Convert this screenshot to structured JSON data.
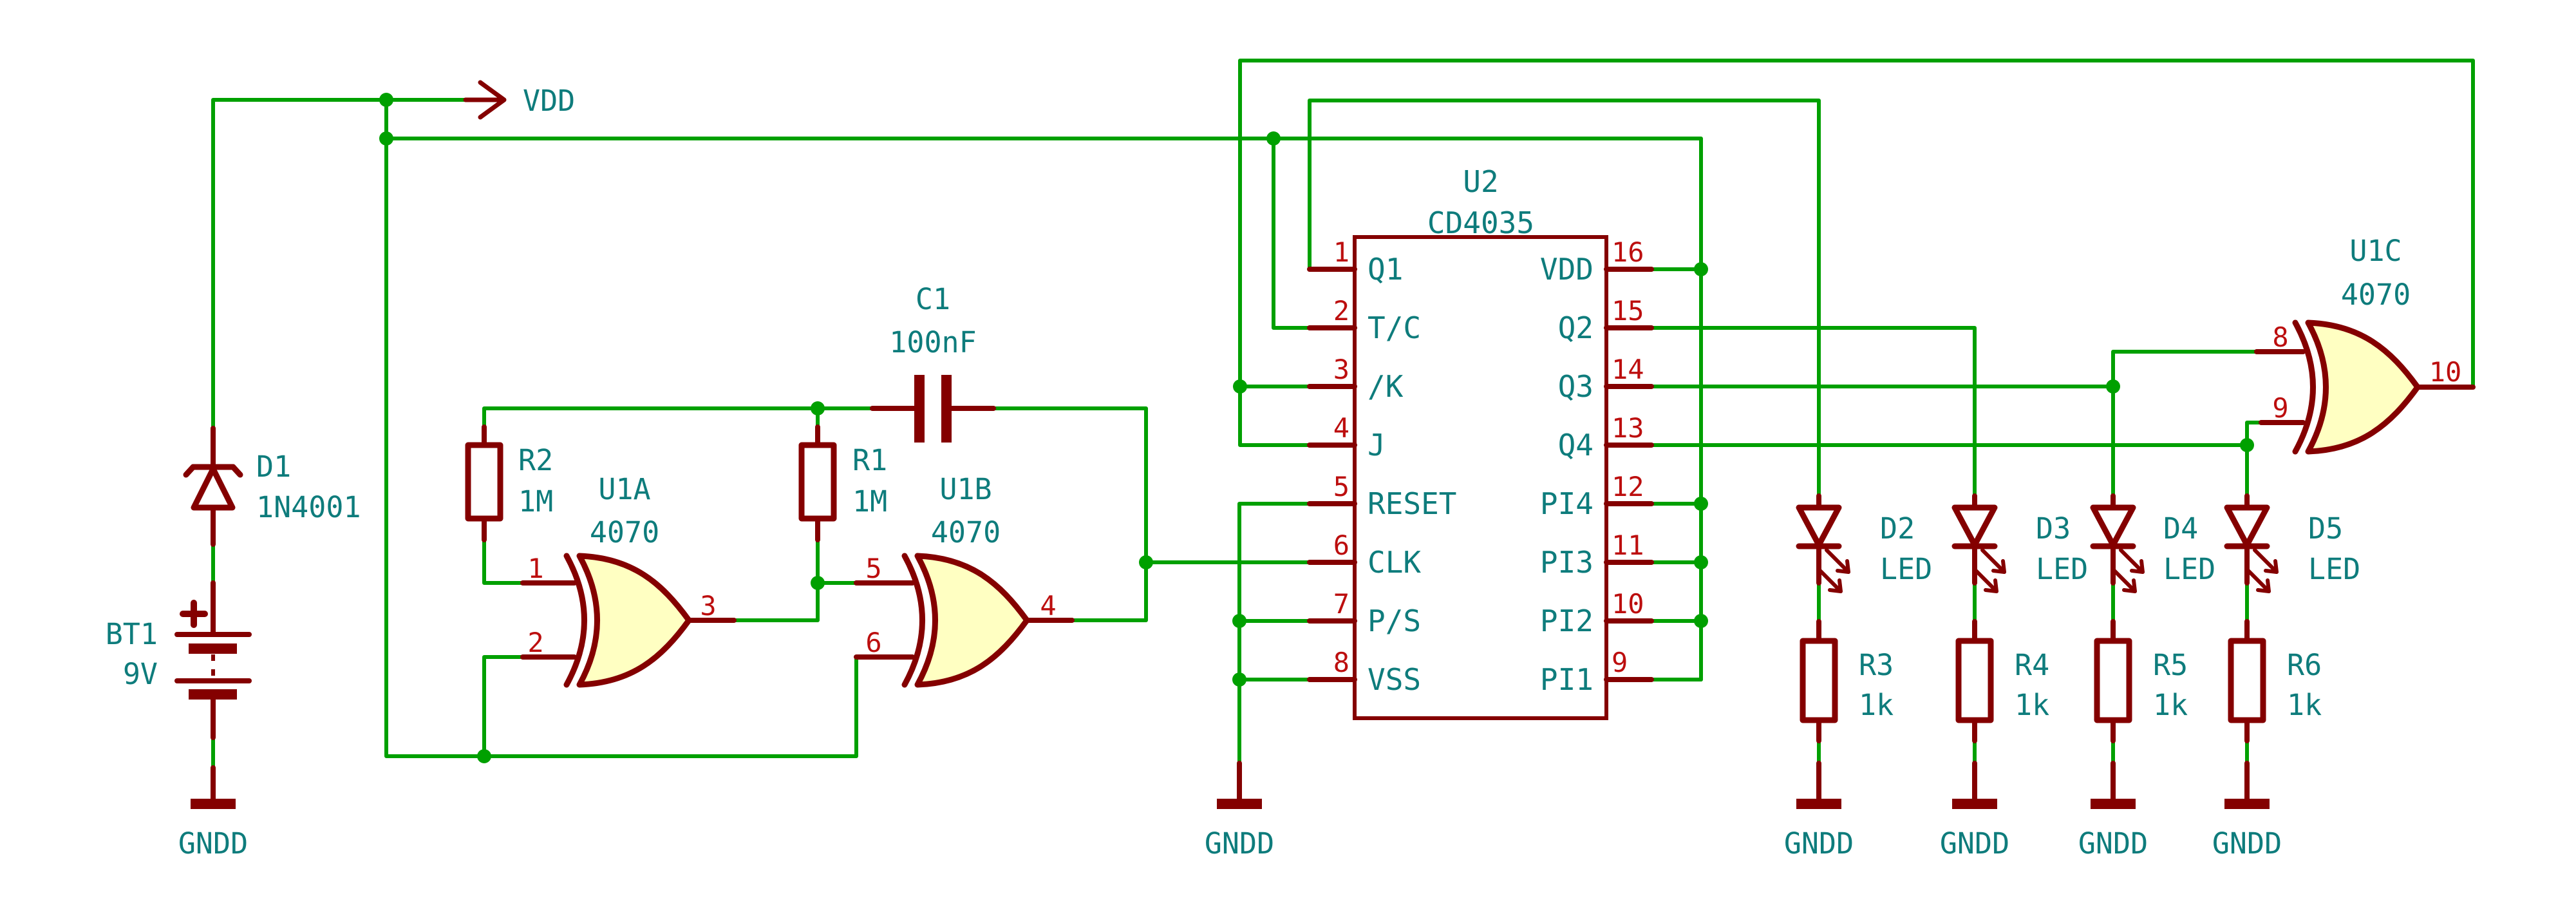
{
  "schematic": {
    "colors": {
      "wire": "#00A000",
      "symbol_outline": "#840000",
      "pin_number": "#BC0E0E",
      "label_text": "#0E7C7C",
      "gate_fill": "#FFFFC2",
      "background": "#FFFFFF"
    },
    "power": {
      "vdd": "VDD",
      "gnd": "GNDD"
    },
    "battery": {
      "ref": "BT1",
      "value": "9V",
      "polarity": "+"
    },
    "diode": {
      "ref": "D1",
      "value": "1N4001"
    },
    "capacitor": {
      "ref": "C1",
      "value": "100nF"
    },
    "resistors": {
      "r1": {
        "ref": "R1",
        "value": "1M"
      },
      "r2": {
        "ref": "R2",
        "value": "1M"
      },
      "r3": {
        "ref": "R3",
        "value": "1k"
      },
      "r4": {
        "ref": "R4",
        "value": "1k"
      },
      "r5": {
        "ref": "R5",
        "value": "1k"
      },
      "r6": {
        "ref": "R6",
        "value": "1k"
      }
    },
    "gates": {
      "u1a": {
        "ref": "U1A",
        "value": "4070",
        "pin_in1": "1",
        "pin_in2": "2",
        "pin_out": "3"
      },
      "u1b": {
        "ref": "U1B",
        "value": "4070",
        "pin_in1": "5",
        "pin_in2": "6",
        "pin_out": "4"
      },
      "u1c": {
        "ref": "U1C",
        "value": "4070",
        "pin_in1": "8",
        "pin_in2": "9",
        "pin_out": "10"
      }
    },
    "ic": {
      "ref": "U2",
      "value": "CD4035",
      "left_pins": [
        {
          "num": "1",
          "name": "Q1"
        },
        {
          "num": "2",
          "name": "T/C"
        },
        {
          "num": "3",
          "name": "/K"
        },
        {
          "num": "4",
          "name": "J"
        },
        {
          "num": "5",
          "name": "RESET"
        },
        {
          "num": "6",
          "name": "CLK"
        },
        {
          "num": "7",
          "name": "P/S"
        },
        {
          "num": "8",
          "name": "VSS"
        }
      ],
      "right_pins": [
        {
          "num": "16",
          "name": "VDD"
        },
        {
          "num": "15",
          "name": "Q2"
        },
        {
          "num": "14",
          "name": "Q3"
        },
        {
          "num": "13",
          "name": "Q4"
        },
        {
          "num": "12",
          "name": "PI4"
        },
        {
          "num": "11",
          "name": "PI3"
        },
        {
          "num": "10",
          "name": "PI2"
        },
        {
          "num": "9",
          "name": "PI1"
        }
      ]
    },
    "leds": {
      "d2": {
        "ref": "D2",
        "value": "LED"
      },
      "d3": {
        "ref": "D3",
        "value": "LED"
      },
      "d4": {
        "ref": "D4",
        "value": "LED"
      },
      "d5": {
        "ref": "D5",
        "value": "LED"
      }
    }
  }
}
